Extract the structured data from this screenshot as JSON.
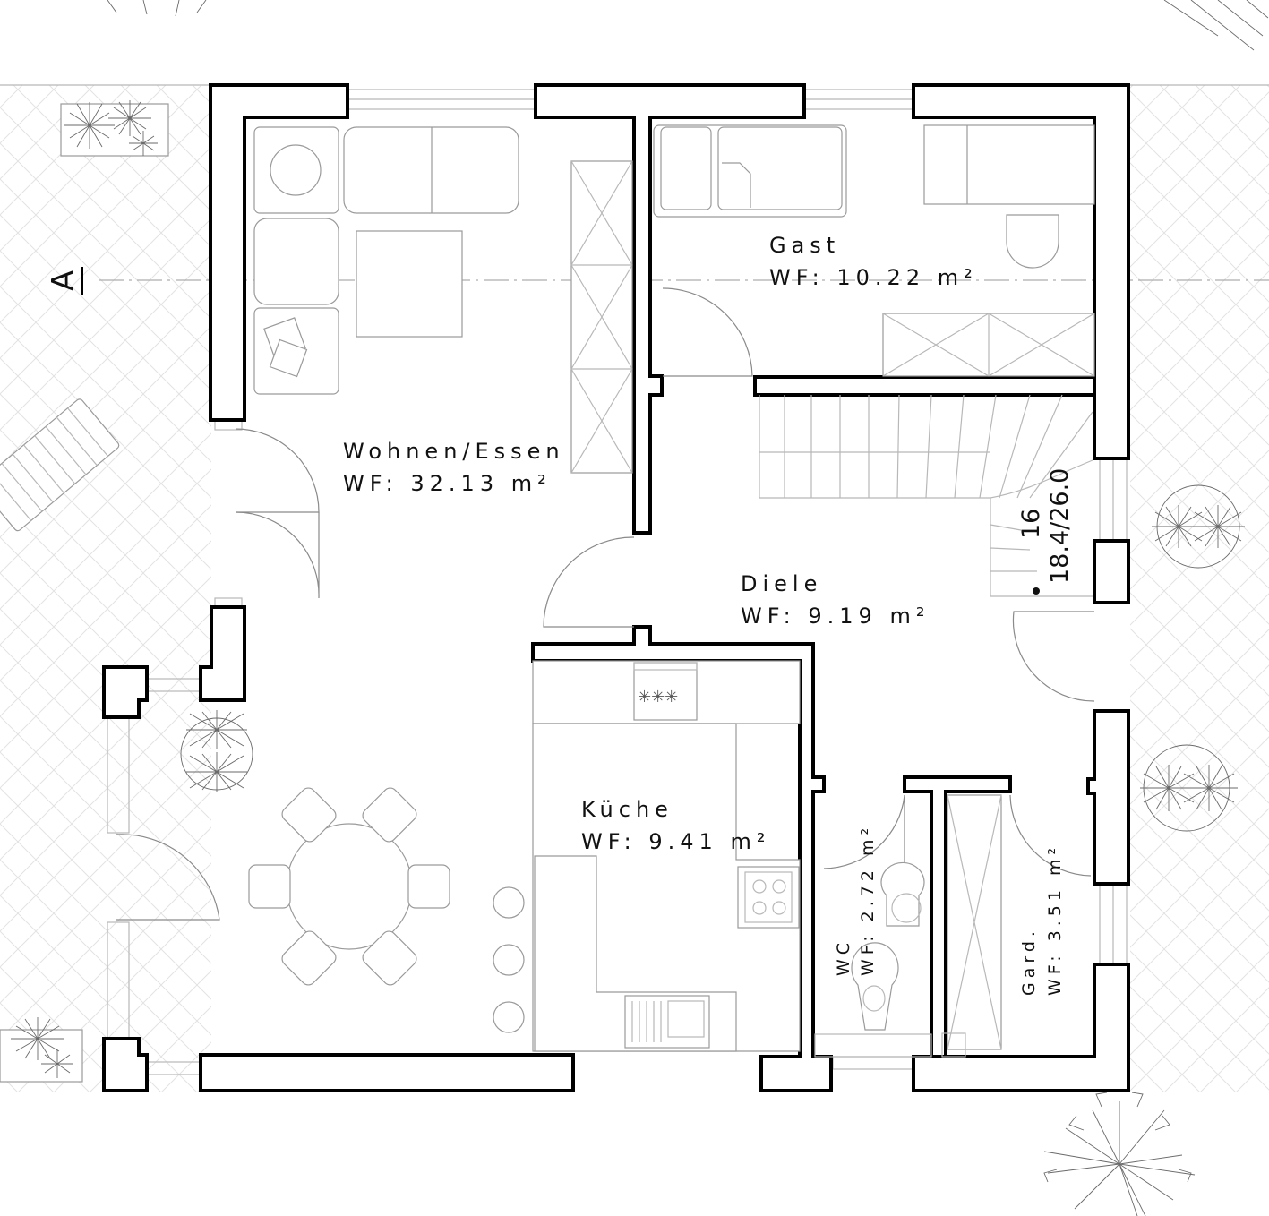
{
  "section_marker": "A",
  "rooms": [
    {
      "id": "wohnen",
      "name": "Wohnen/Essen",
      "area": "WF: 32.13 m²"
    },
    {
      "id": "gast",
      "name": "Gast",
      "area": "WF: 10.22 m²"
    },
    {
      "id": "diele",
      "name": "Diele",
      "area": "WF: 9.19 m²"
    },
    {
      "id": "kueche",
      "name": "Küche",
      "area": "WF: 9.41 m²"
    },
    {
      "id": "wc",
      "name": "WC",
      "area": "WF: 2.72 m²"
    },
    {
      "id": "gard",
      "name": "Gard.",
      "area": "WF: 3.51 m²"
    }
  ],
  "stair": {
    "count": "16",
    "ratio": "18.4/26.0"
  },
  "colors": {
    "wall": "#000000",
    "furniture_line": "#9a9a9a",
    "paving": "#e3e3e3",
    "plant": "#6a6a6a"
  }
}
